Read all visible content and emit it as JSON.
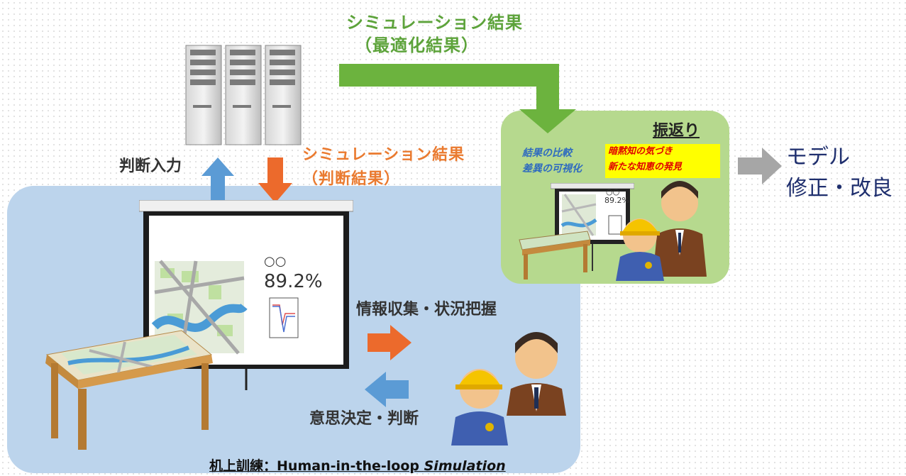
{
  "top_result": {
    "line1": "シミュレーション結果",
    "line2": "（最適化結果）"
  },
  "mid_result": {
    "line1": "シミュレーション結果",
    "line2": "（判断結果）"
  },
  "judgment_input": "判断入力",
  "review": {
    "title": "振返り",
    "blue_line1": "結果の比較",
    "blue_line2": "差異の可視化",
    "yellow_line1": "暗黙知の気づき",
    "yellow_line2": "新たな知恵の発見",
    "screen_mark": "○○",
    "screen_value": "89.2%"
  },
  "model": {
    "line1": "モデル",
    "line2": "修正・改良"
  },
  "screen": {
    "mark": "○○",
    "value": "89.2%"
  },
  "info_collect": "情報収集・状況把握",
  "decision": "意思決定・判断",
  "footer": {
    "prefix": "机上訓練：",
    "text_plain": "Human-in-the-loop ",
    "text_italic": "Simulation"
  },
  "colors": {
    "main_panel": "#bcd4ec",
    "review_panel": "#b6d98e",
    "green_arrow": "#6cb33e",
    "orange_arrow": "#ec6a2c",
    "blue_arrow": "#5b9bd5",
    "grey_arrow": "#a6a6a6"
  },
  "icons": [
    "server-rack-icon",
    "projector-screen-icon",
    "map-table-icon",
    "worker-helmet-icon",
    "businessman-icon"
  ]
}
